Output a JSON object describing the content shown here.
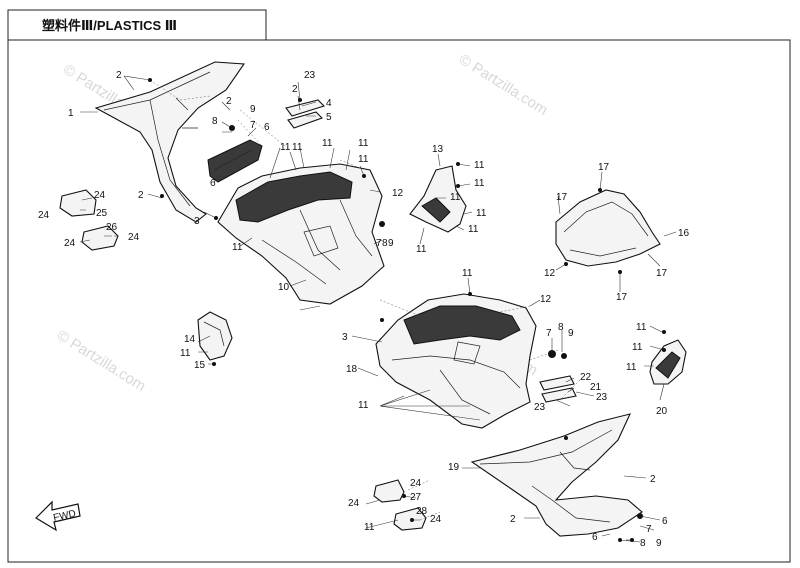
{
  "title": "塑料件Ⅲ/PLASTICS Ⅲ",
  "watermark": "© Partzilla.com",
  "fwd_label": "FWD",
  "callouts": {
    "c2a": "2",
    "c1a": "1",
    "c2b": "2",
    "c3a": "3",
    "c2c": "2",
    "c9a": "9",
    "c8a": "8",
    "c7a": "7",
    "c6a": "6",
    "c6b": "6",
    "c23a": "23",
    "c2d": "2",
    "c4a": "4",
    "c5a": "5",
    "c11a": "11",
    "c11b": "11",
    "c11c": "11",
    "c11d": "11",
    "c11e": "11",
    "c12a": "12",
    "c24a": "24",
    "c24b": "24",
    "c25a": "25",
    "c26a": "26",
    "c24c": "24",
    "c24d": "24",
    "c7b": "7",
    "c8b": "8",
    "c9b": "9",
    "c10a": "10",
    "c13a": "13",
    "c11f": "11",
    "c11g": "11",
    "c11h": "11",
    "c11i": "11",
    "c11j": "11",
    "c11k": "11",
    "c17a": "17",
    "c17b": "17",
    "c16a": "16",
    "c12b": "12",
    "c17c": "17",
    "c17d": "17",
    "c11l": "11",
    "c12c": "12",
    "c3b": "3",
    "c7c": "7",
    "c8c": "8",
    "c9c": "9",
    "c14a": "14",
    "c11m": "11",
    "c15a": "15",
    "c18a": "18",
    "c11n": "11",
    "c11o": "11",
    "c11p": "11",
    "c11q": "11",
    "c22a": "22",
    "c21a": "21",
    "c23b": "23",
    "c23c": "23",
    "c20a": "20",
    "c19a": "19",
    "c2e": "2",
    "c24e": "24",
    "c27a": "27",
    "c24f": "24",
    "c28a": "28",
    "c24g": "24",
    "c2f": "2",
    "c7d": "7",
    "c6c": "6",
    "c6d": "6",
    "c8d": "8",
    "c9d": "9",
    "c11r": "11",
    "c11s": "11"
  }
}
